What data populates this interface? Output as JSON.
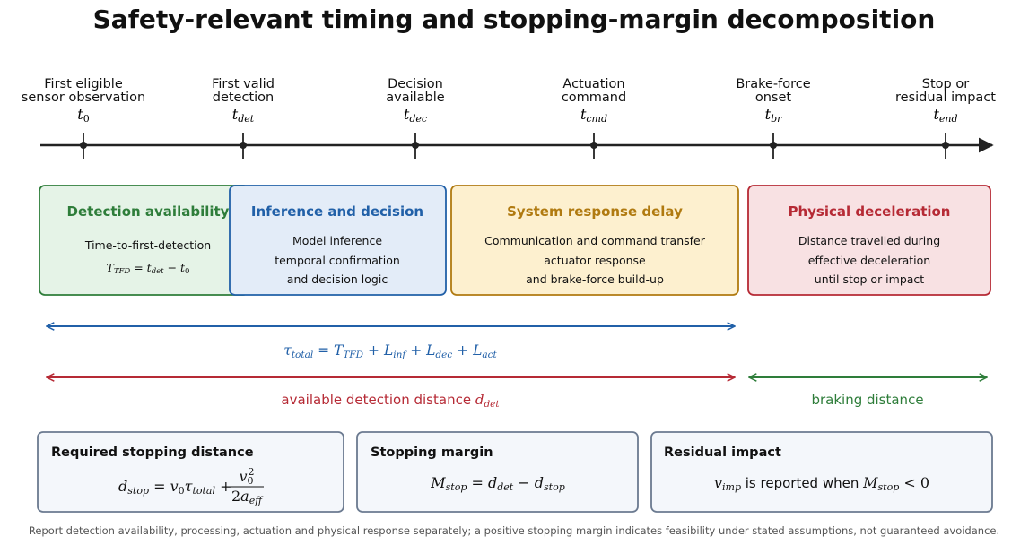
{
  "title": "Safety-relevant timing and stopping-margin decomposition",
  "events": [
    {
      "label_lines": [
        "First eligible",
        "sensor observation"
      ],
      "symbol": "t",
      "subscript": "0"
    },
    {
      "label_lines": [
        "First valid",
        "detection"
      ],
      "symbol": "t",
      "subscript": "det"
    },
    {
      "label_lines": [
        "Decision",
        "available"
      ],
      "symbol": "t",
      "subscript": "dec"
    },
    {
      "label_lines": [
        "Actuation",
        "command"
      ],
      "symbol": "t",
      "subscript": "cmd"
    },
    {
      "label_lines": [
        "Brake-force",
        "onset"
      ],
      "symbol": "t",
      "subscript": "br"
    },
    {
      "label_lines": [
        "Stop or",
        "residual impact"
      ],
      "symbol": "t",
      "subscript": "end"
    }
  ],
  "stages": [
    {
      "title": "Detection availability",
      "color": "#2e7d3a",
      "fill": "#e5f3e7",
      "lines": [
        "Time-to-first-detection"
      ],
      "formula": "T_TFD = t_det − t_0"
    },
    {
      "title": "Inference and decision",
      "color": "#2160a8",
      "fill": "#e3ecf8",
      "lines": [
        "Model inference",
        "temporal confirmation",
        "and decision logic"
      ]
    },
    {
      "title": "System response delay",
      "color": "#b07a10",
      "fill": "#fdf0cf",
      "lines": [
        "Communication and command transfer",
        "actuator response",
        "and brake-force build-up"
      ]
    },
    {
      "title": "Physical deceleration",
      "color": "#b62a35",
      "fill": "#f8e1e3",
      "lines": [
        "Distance travelled during",
        "effective deceleration",
        "until stop or impact"
      ]
    }
  ],
  "spans": {
    "total_delay": {
      "label": "τ_total = T_TFD + L_inf + L_dec + L_act",
      "color": "#2160a8"
    },
    "detection_distance": {
      "label_text": "available detection distance ",
      "label_symbol": "d",
      "label_sub": "det",
      "color": "#b62a35"
    },
    "braking_distance": {
      "label": "braking distance",
      "color": "#2e7d3a"
    }
  },
  "bottom_boxes": [
    {
      "title": "Required stopping distance",
      "formula": "d_stop = v_0 τ_total + v_0^2 / (2 a_eff)"
    },
    {
      "title": "Stopping margin",
      "formula": "M_stop = d_det − d_stop"
    },
    {
      "title": "Residual impact",
      "formula_prefix_symbol": "v",
      "formula_prefix_sub": "imp",
      "formula_text": " is reported when ",
      "formula_suffix": "M_stop < 0"
    }
  ],
  "footnote": "Report detection availability, processing, actuation and physical response separately; a positive stopping margin indicates feasibility under stated assumptions, not guaranteed avoidance.",
  "colors": {
    "axis": "#222222",
    "bottom_border": "#6b7a90",
    "bottom_fill": "#f4f7fb"
  }
}
